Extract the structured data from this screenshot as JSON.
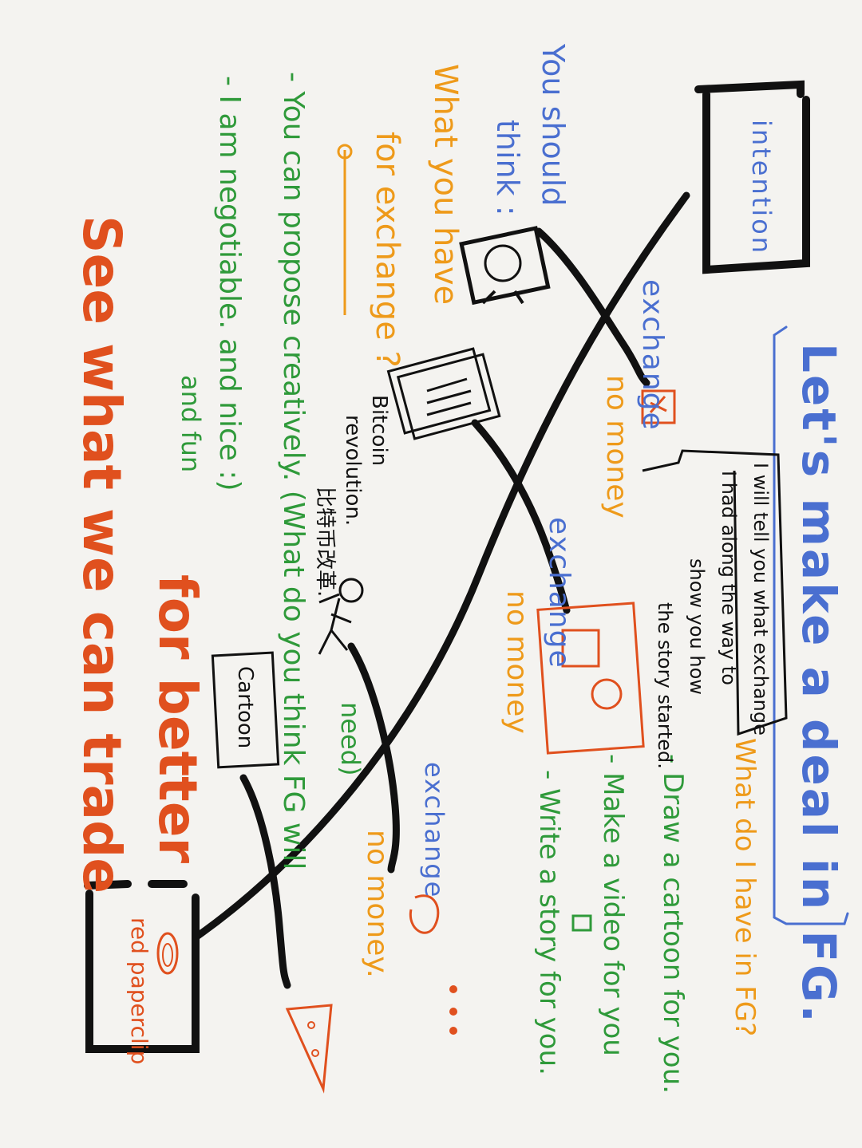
{
  "title": "Let's make a deal in FG.",
  "intention": "intention",
  "paperclip": "red paperclip",
  "cartoon": "Cartoon",
  "exchange_labels": [
    "exchange",
    "exchange",
    "exchange"
  ],
  "no_money": [
    "no money",
    "no money",
    "no money."
  ],
  "offers": {
    "question": "What do I have in FG?",
    "items": [
      "- Draw a cartoon for you.",
      "- Make a video for you",
      "- Write a story for you."
    ],
    "ellipsis": "..."
  },
  "story_box": {
    "line1": "I will tell you what exchange",
    "line2": "I had along the way to",
    "line3": "show you how",
    "line4": "the story started."
  },
  "think": {
    "line1": "You should",
    "line2": "think :",
    "line3": "What you have",
    "line4": "for exchange ?"
  },
  "bitcoin": {
    "line1": "Bitcoin",
    "line2": "revolution.",
    "line3": "比特币改革."
  },
  "notes": {
    "propose1": "- You can propose creatively. (What do you think FG will",
    "propose2": "need)",
    "negotiable": "- I am negotiable. and nice :)",
    "fun": "and fun"
  },
  "footer": {
    "line1": "See what we can trade",
    "line2": "for better"
  },
  "colors": {
    "black": "#111111",
    "blue": "#4a6fd0",
    "orange": "#ee9a1a",
    "red": "#e0501e",
    "green": "#2f9a3a"
  }
}
